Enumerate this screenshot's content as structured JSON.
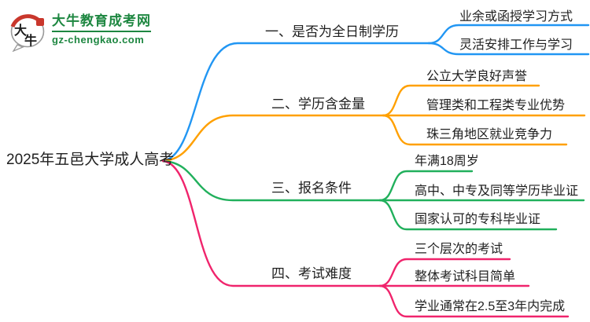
{
  "logo": {
    "icon_text": "大牛",
    "title": "大牛教育成考网",
    "url": "gz-chengkao.com",
    "color": "#1E8741",
    "seal_color": "#C9372C"
  },
  "root": {
    "label": "2025年五邑大学成人高考"
  },
  "branches": [
    {
      "label": "一、是否为全日制学历",
      "color": "#2196F3",
      "children": [
        "业余或函授学习方式",
        "灵活安排工作与学习"
      ]
    },
    {
      "label": "二、学历含金量",
      "color": "#FFA000",
      "children": [
        "公立大学良好声誉",
        "管理类和工程类专业优势",
        "珠三角地区就业竞争力"
      ]
    },
    {
      "label": "三、报名条件",
      "color": "#21B05C",
      "children": [
        "年满18周岁",
        "高中、中专及同等学历毕业证",
        "国家认可的专科毕业证"
      ]
    },
    {
      "label": "四、考试难度",
      "color": "#F0246C",
      "children": [
        "三个层次的考试",
        "整体考试科目简单",
        "学业通常在2.5至3年内完成"
      ]
    }
  ]
}
